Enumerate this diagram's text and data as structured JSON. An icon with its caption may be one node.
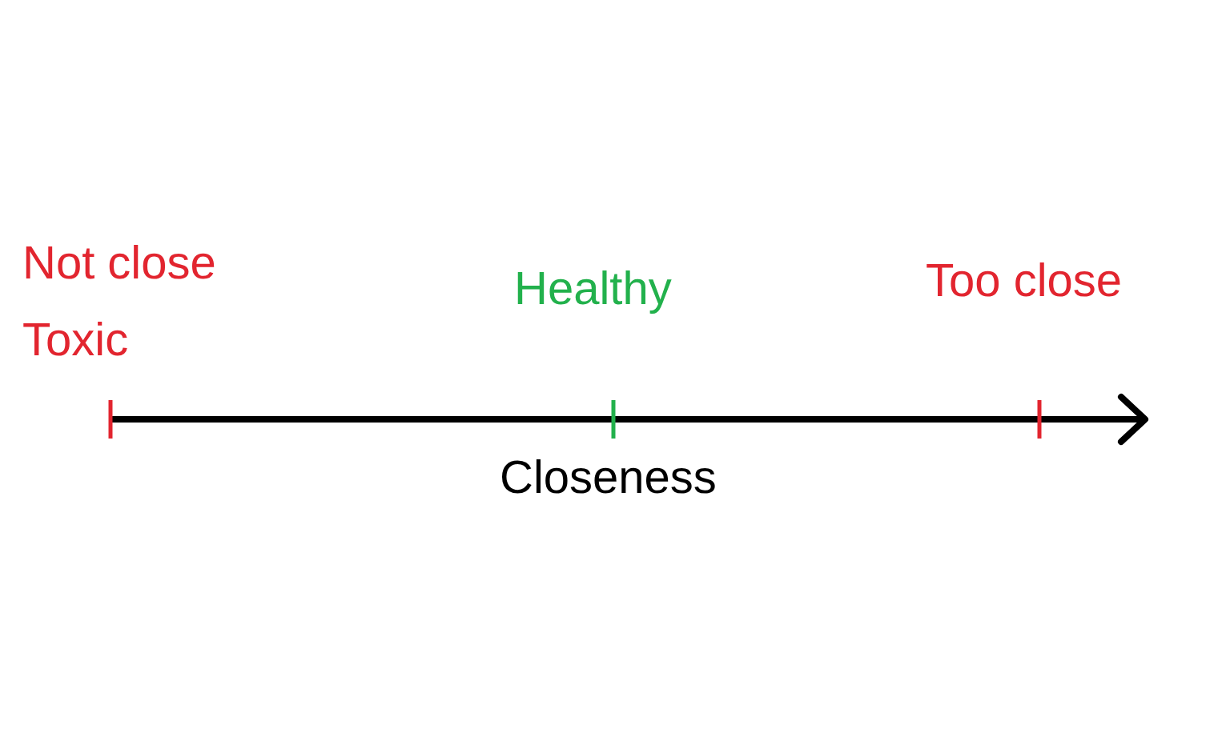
{
  "diagram": {
    "labels": [
      "Not close",
      "Toxic",
      "Healthy",
      "Too close",
      "Closeness"
    ]
  }
}
